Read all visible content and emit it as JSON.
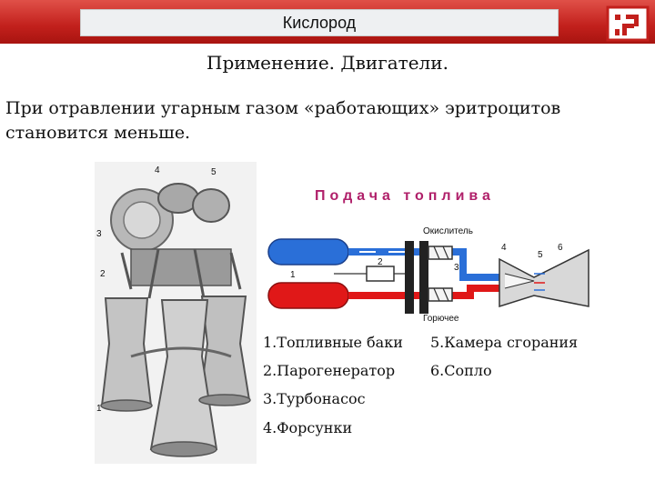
{
  "header": {
    "title": "Кислород"
  },
  "slide": {
    "heading": "Применение. Двигатели.",
    "body": "При отравлении угарным газом «работающих» эритроцитов становится меньше."
  },
  "photo": {
    "labels": [
      "4",
      "5",
      "3",
      "2",
      "1"
    ]
  },
  "schema": {
    "title": "Подача топлива",
    "oxidizer_label": "Окислитель",
    "fuel_label": "Горючее",
    "numbers": [
      "1",
      "2",
      "3",
      "4",
      "5",
      "6"
    ]
  },
  "legend": {
    "items": [
      "1.Топливные баки",
      "2.Парогенератор",
      "3.Турбонасос",
      "4.Форсунки",
      "5.Камера сгорания",
      "6.Сопло"
    ]
  },
  "colors": {
    "accent": "#c2201c",
    "oxidizer": "#2a6fd8",
    "fuel": "#e01818",
    "title": "#b0206a"
  }
}
